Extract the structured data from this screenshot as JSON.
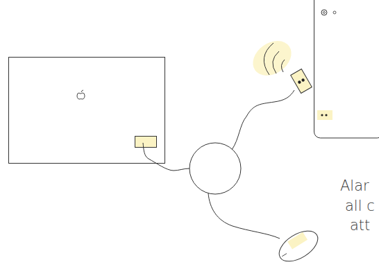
{
  "diagram": {
    "labels": [
      "Alar",
      "all c",
      "att"
    ]
  }
}
